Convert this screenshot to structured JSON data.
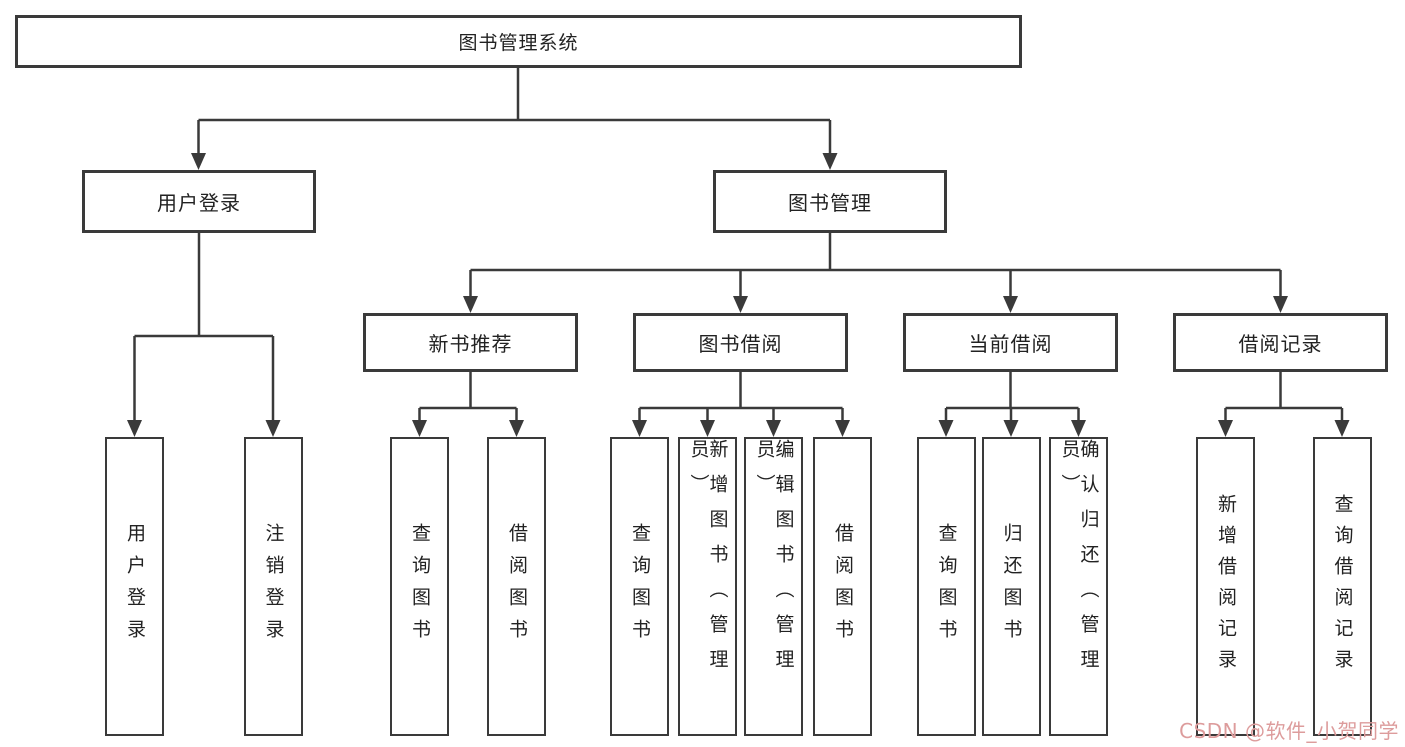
{
  "diagram": {
    "root": {
      "label": "图书管理系统"
    },
    "branches": [
      {
        "label": "用户登录",
        "children": [
          {
            "label": "用户登录"
          },
          {
            "label": "注销登录"
          }
        ]
      },
      {
        "label": "图书管理",
        "sections": [
          {
            "label": "新书推荐",
            "children": [
              {
                "label": "查询图书"
              },
              {
                "label": "借阅图书"
              }
            ]
          },
          {
            "label": "图书借阅",
            "children": [
              {
                "label": "查询图书"
              },
              {
                "label": "新增图书（管理员）"
              },
              {
                "label": "编辑图书（管理员）"
              },
              {
                "label": "借阅图书"
              }
            ]
          },
          {
            "label": "当前借阅",
            "children": [
              {
                "label": "查询图书"
              },
              {
                "label": "归还图书"
              },
              {
                "label": "确认归还（管理员）"
              }
            ]
          },
          {
            "label": "借阅记录",
            "children": [
              {
                "label": "新增借阅记录"
              },
              {
                "label": "查询借阅记录"
              }
            ]
          }
        ]
      }
    ]
  },
  "colors": {
    "line": "#3a3a3a",
    "box_border": "#3a3a3a",
    "text": "#222222",
    "watermark": "#dd9c9c"
  },
  "watermark": {
    "text": "CSDN @软件_小贺同学"
  }
}
